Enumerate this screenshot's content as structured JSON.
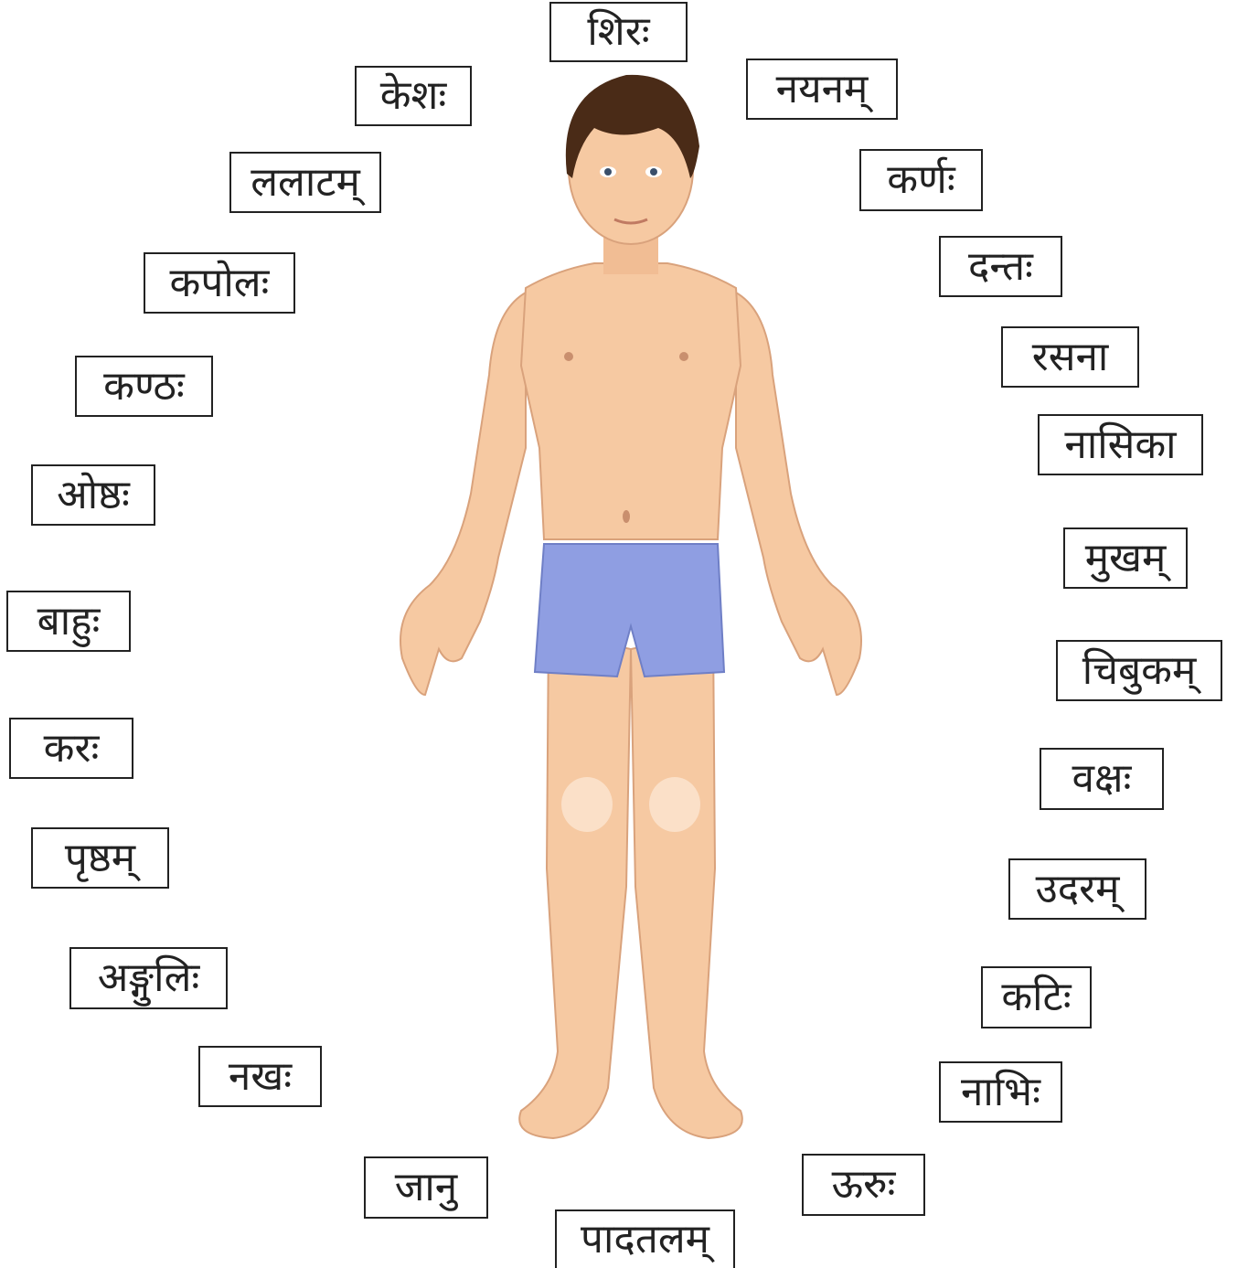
{
  "figure": {
    "skin_color": "#f6c9a2",
    "shorts_color": "#8f9ee2",
    "hair_color": "#4a2b17"
  },
  "labels": {
    "shirah": "शिरः",
    "keshah": "केशः",
    "nayanam": "नयनम्",
    "lalatam": "ललाटम्",
    "karnah": "कर्णः",
    "kapolah": "कपोलः",
    "dantah": "दन्तः",
    "rasana": "रसना",
    "kanthah": "कण्ठः",
    "nasika": "नासिका",
    "oshthah": "ओष्ठः",
    "mukham": "मुखम्",
    "bahuh": "बाहुः",
    "chibukam": "चिबुकम्",
    "karah": "करः",
    "vakshah": "वक्षः",
    "prishtham": "पृष्ठम्",
    "udaram": "उदरम्",
    "anguli": "अङ्गुलिः",
    "katih": "कटिः",
    "nakhah": "नखः",
    "nabhih": "नाभिः",
    "januh": "जानु",
    "uruh": "ऊरुः",
    "padatalam": "पादतलम्"
  }
}
